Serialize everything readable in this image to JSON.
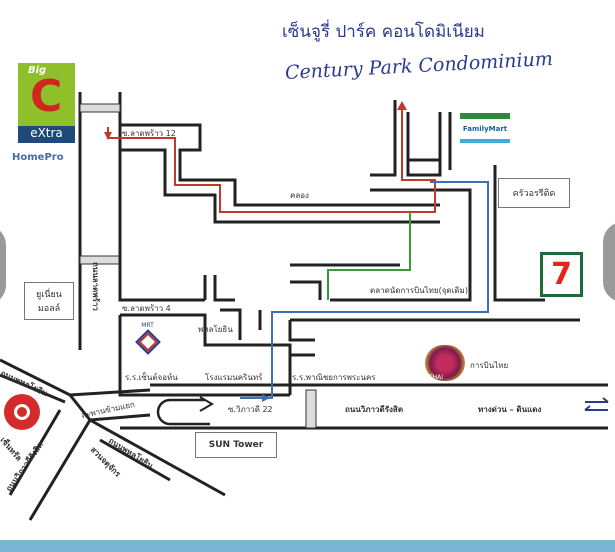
{
  "title": {
    "thai": "เซ็นจูรี่ ปาร์ค คอนโดมิเนียม",
    "english": "Century Park Condominium"
  },
  "logos": {
    "bigc_top": "Big",
    "bigc_letter": "C",
    "bigc_bottom": "eXtra",
    "homepro": "HomePro",
    "familymart": "FamilyMart",
    "seven_eleven": "7",
    "thai_airways": "THAI",
    "mrt": "MRT"
  },
  "labels": {
    "soi_ladprao_12": "ซ.ลาดพร้าว 12",
    "soi_ladprao_4": "ซ.ลาดพร้าว 4",
    "canal": "คลอง",
    "restaurant": "ครัวอรรีติด",
    "market": "ตลาดนัดการบินไทย(จุดเดิม)",
    "union_mall": "ยูเนี่ยน มอลล์",
    "ladprao_road": "ถนนลาดพร้าว",
    "mrt_station": "พหลโยธิน",
    "st_john_school": "ร.ร.เซ็นต์จอห์น",
    "hotel": "โรงแรมนครินทร์",
    "commerce_school": "ร.ร.พาณิชยการพระนคร",
    "thai_airways": "การบินไทย",
    "vibhavadi_road": "ถนนวิภาวดีรังสิต",
    "expressway": "ทางด่วน – ดินแดง",
    "soi_vibhavadi_22": "ซ.วิภาวดี 22",
    "sun_tower": "SUN Tower",
    "flyover": "สะพานข้ามแยก",
    "phahonyothin_1": "ถนนพหลโยธิน",
    "phahonyothin_2": "ถนนพหลโยธิน",
    "vibhavadi_road_2": "ถนนวิภาวดีรังสิต",
    "chatuchak_park": "สวนจตุจักร",
    "central": "เซ็นทรัล"
  },
  "colors": {
    "route_red": "#c0392b",
    "route_green": "#3a9a3a",
    "route_blue": "#3c6fb4",
    "title": "#2b3a8f",
    "bottom_bar": "#7ab6d4"
  }
}
